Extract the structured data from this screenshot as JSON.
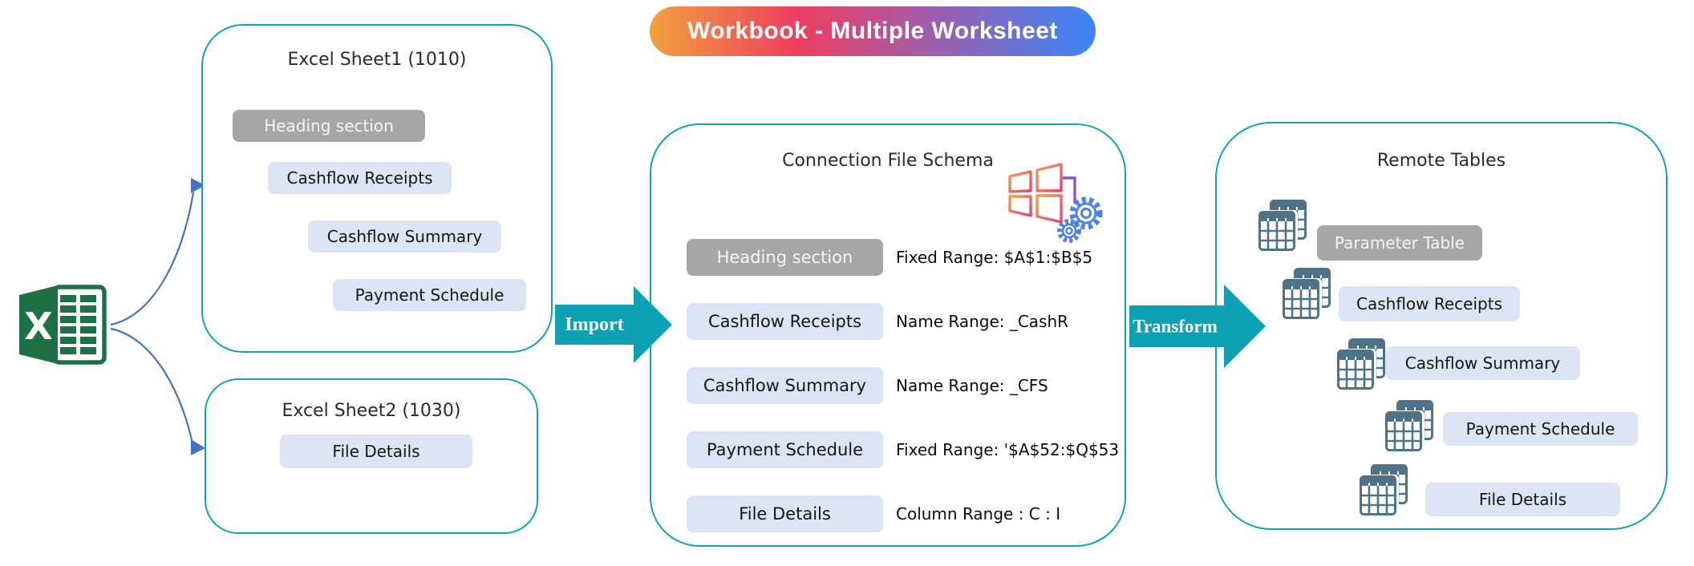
{
  "banner": {
    "text": "Workbook - Multiple Worksheet"
  },
  "colors": {
    "box_border_teal": "#12a3b4",
    "flow_arrow_teal": "#0ca1b3",
    "connector_blue": "#4472c4",
    "chip_blue": "#dbe5f4",
    "chip_gray": "#a6a6a6",
    "excel_green": "#1e7145",
    "table_icon_slate": "#4e7287"
  },
  "icons": {
    "excel": "excel-logo-icon",
    "schema_badge": "windows-gear-icon",
    "remote_row": "table-stack-icon"
  },
  "sheet1": {
    "title": "Excel Sheet1 (1010)",
    "items": [
      {
        "label": "Heading section",
        "variant": "gray"
      },
      {
        "label": "Cashflow Receipts",
        "variant": "blue"
      },
      {
        "label": "Cashflow Summary",
        "variant": "blue"
      },
      {
        "label": "Payment Schedule",
        "variant": "blue"
      }
    ]
  },
  "sheet2": {
    "title": "Excel Sheet2 (1030)",
    "items": [
      {
        "label": "File Details",
        "variant": "blue"
      }
    ]
  },
  "arrows": {
    "import_label": "Import",
    "transform_label": "Transform"
  },
  "schema": {
    "title": "Connection File Schema",
    "rows": [
      {
        "label": "Heading section",
        "variant": "gray",
        "annotation": "Fixed Range: $A$1:$B$5"
      },
      {
        "label": "Cashflow Receipts",
        "variant": "blue",
        "annotation": "Name Range: _CashR"
      },
      {
        "label": "Cashflow Summary",
        "variant": "blue",
        "annotation": "Name Range: _CFS"
      },
      {
        "label": "Payment Schedule",
        "variant": "blue",
        "annotation": "Fixed Range: '$A$52:$Q$53"
      },
      {
        "label": "File Details",
        "variant": "blue",
        "annotation": "Column Range : C : I"
      }
    ]
  },
  "remote": {
    "title": "Remote Tables",
    "items": [
      {
        "label": "Parameter Table",
        "variant": "gray"
      },
      {
        "label": "Cashflow Receipts",
        "variant": "blue"
      },
      {
        "label": "Cashflow Summary",
        "variant": "blue"
      },
      {
        "label": "Payment Schedule",
        "variant": "blue"
      },
      {
        "label": "File Details",
        "variant": "blue"
      }
    ]
  }
}
